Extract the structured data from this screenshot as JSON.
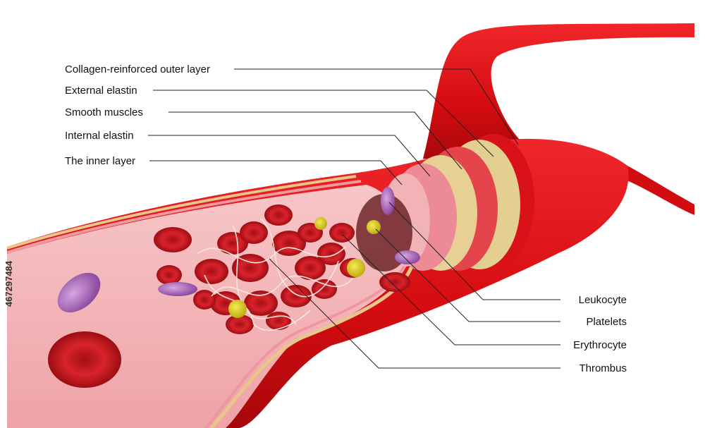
{
  "labels": {
    "collagen": "Collagen-reinforced outer layer",
    "external_elastin": "External elastin",
    "smooth_muscles": "Smooth muscles",
    "internal_elastin": "Internal elastin",
    "inner_layer": "The inner layer",
    "leukocyte": "Leukocyte",
    "platelets": "Platelets",
    "erythrocyte": "Erythrocyte",
    "thrombus": "Thrombus"
  },
  "stock_id": "467297484",
  "colors": {
    "vessel_red": "#d90f12",
    "vessel_dark": "#a8080c",
    "lumen_pink": "#f4b5b8",
    "intima_pink": "#ec8b95",
    "elastin_gold": "#e3cf8f",
    "muscle_red": "#e4454c",
    "platelet_yellow": "#e2d21e",
    "leukocyte_purple": "#b77fc7"
  }
}
